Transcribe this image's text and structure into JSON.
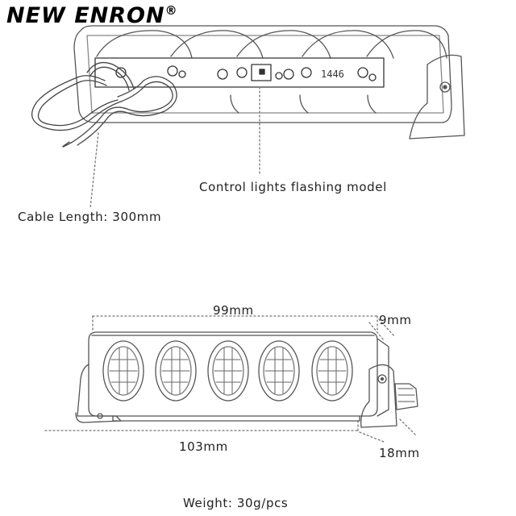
{
  "brand": {
    "name": "NEW ENRON",
    "mark": "®"
  },
  "top_view": {
    "pcb_text": "1446",
    "annotation_control": "Control lights flashing model",
    "annotation_cable": "Cable Length: 300mm"
  },
  "dimensions": {
    "width_inner": "99mm",
    "depth": "9mm",
    "width_outer": "103mm",
    "mount_width": "18mm",
    "weight": "Weight: 30g/pcs"
  },
  "colors": {
    "line": "#555555",
    "text": "#222222",
    "brand": "#000000"
  }
}
